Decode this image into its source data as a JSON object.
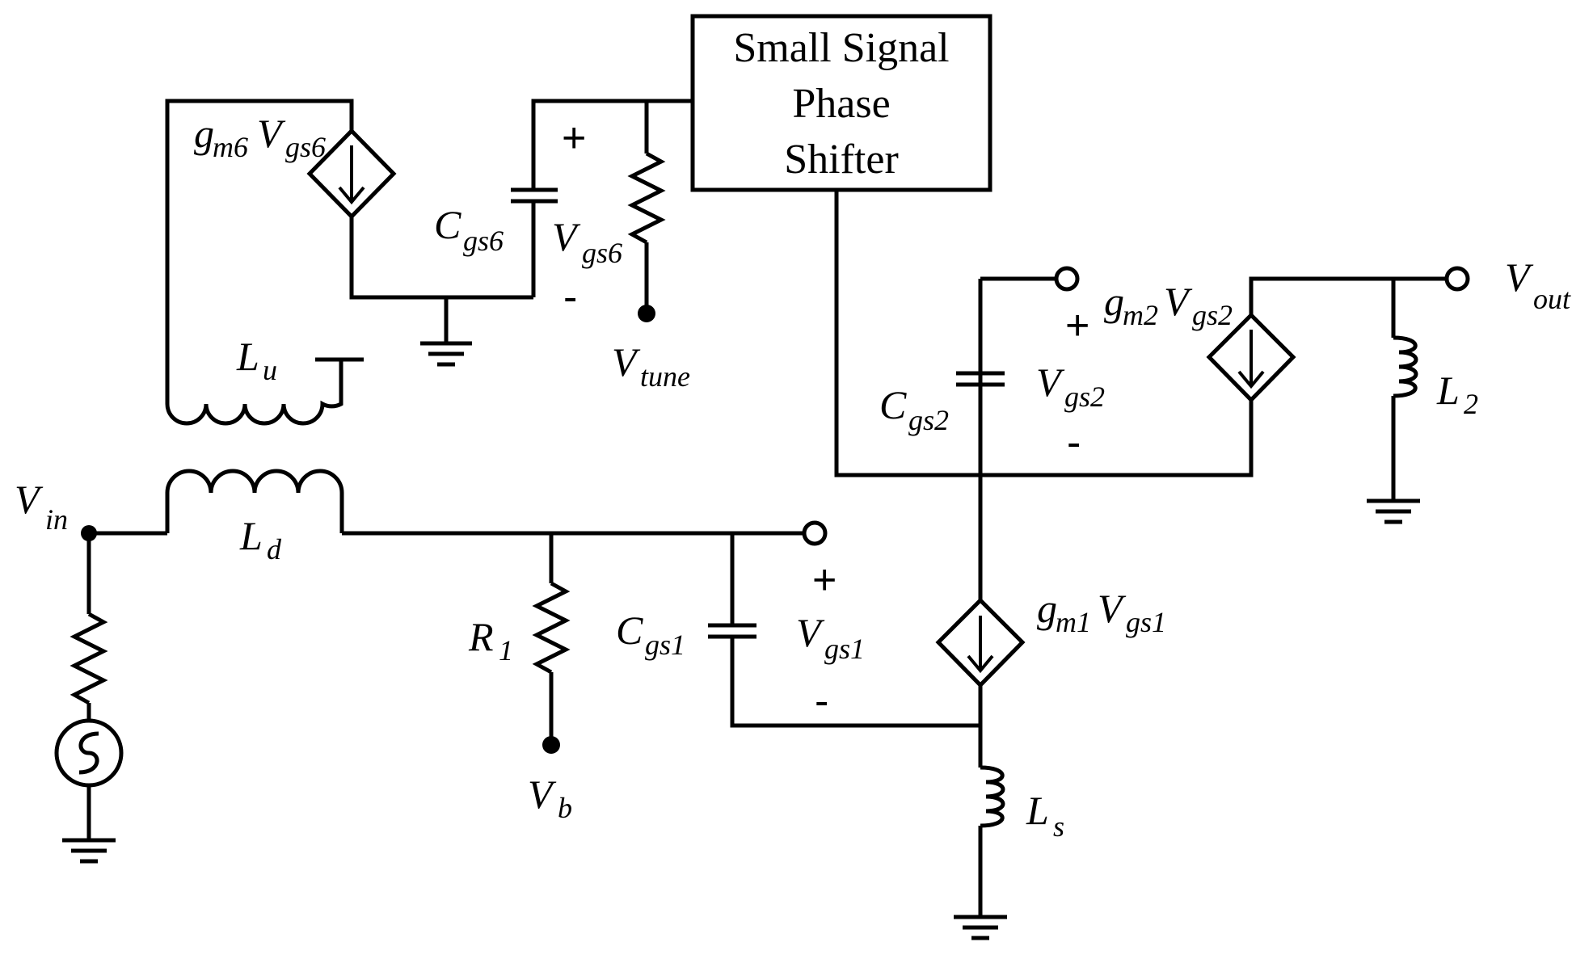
{
  "phase_shifter": {
    "line1": "Small Signal",
    "line2": "Phase",
    "line3": "Shifter"
  },
  "labels": {
    "gm6_main": "g",
    "gm6_sub1": "m6",
    "gm6_v": "V",
    "gm6_sub2": "gs6",
    "cgs6_main": "C",
    "cgs6_sub": "gs6",
    "vgs6_main": "V",
    "vgs6_sub": "gs6",
    "vtune_main": "V",
    "vtune_sub": "tune",
    "lu_main": "L",
    "lu_sub": "u",
    "vin_main": "V",
    "vin_sub": "in",
    "ld_main": "L",
    "ld_sub": "d",
    "r1_main": "R",
    "r1_sub": "1",
    "vb_main": "V",
    "vb_sub": "b",
    "cgs1_main": "C",
    "cgs1_sub": "gs1",
    "vgs1_main": "V",
    "vgs1_sub": "gs1",
    "gm1_main": "g",
    "gm1_sub1": "m1",
    "gm1_v": "V",
    "gm1_sub2": "gs1",
    "ls_main": "L",
    "ls_sub": "s",
    "cgs2_main": "C",
    "cgs2_sub": "gs2",
    "vgs2_main": "V",
    "vgs2_sub": "gs2",
    "gm2_main": "g",
    "gm2_sub1": "m2",
    "gm2_v": "V",
    "gm2_sub2": "gs2",
    "vout_main": "V",
    "vout_sub": "out",
    "l2_main": "L",
    "l2_sub": "2"
  },
  "signs": {
    "plus": "+",
    "minus": "-"
  }
}
